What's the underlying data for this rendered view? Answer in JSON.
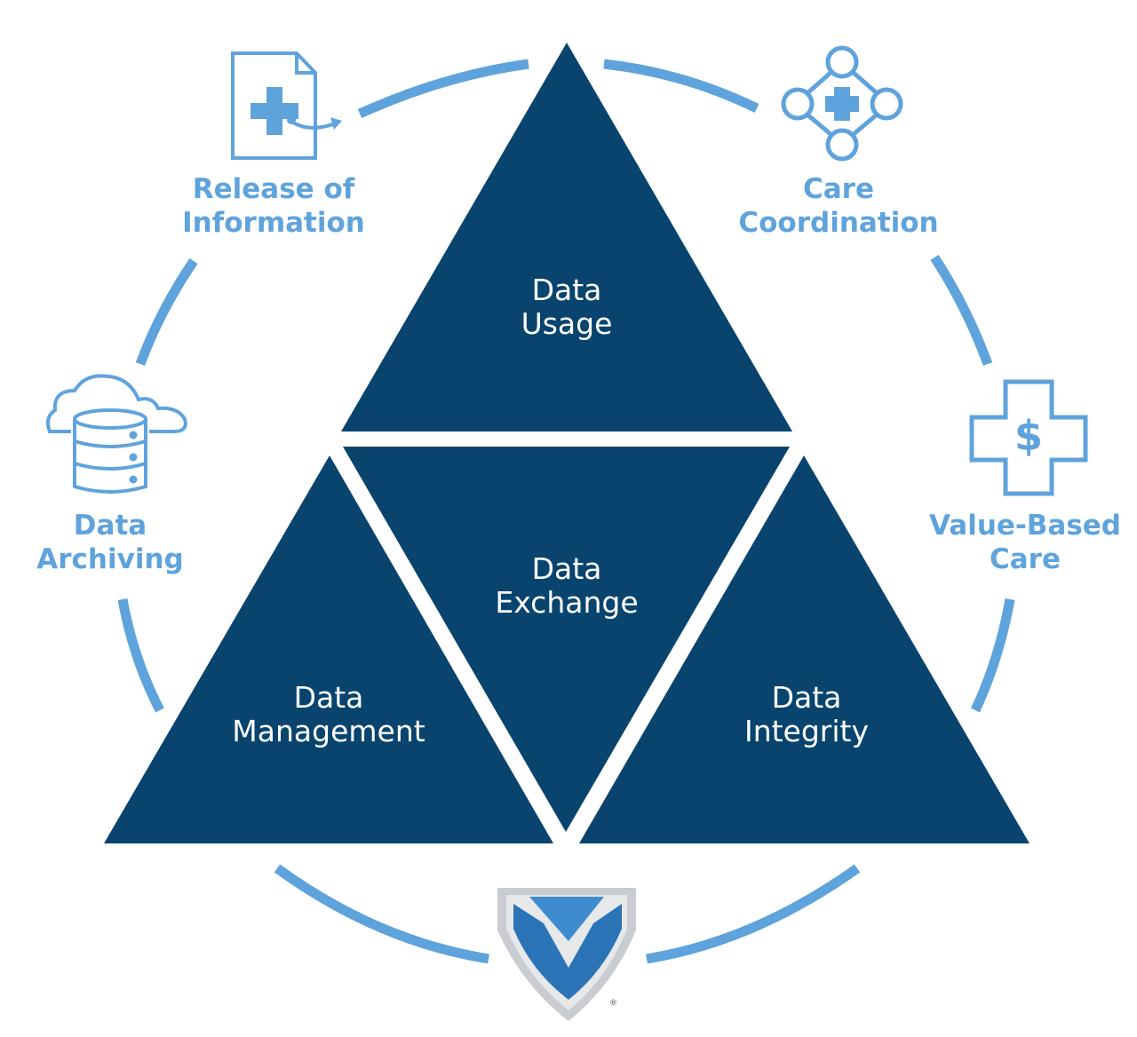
{
  "colors": {
    "navy": "#08446e",
    "ring": "#5fa3dc",
    "icon": "#5fa3dc",
    "logo_blue": "#2b74b8",
    "logo_silver": "#c9ccd0"
  },
  "triangles": {
    "top": {
      "line1": "Data",
      "line2": "Usage"
    },
    "center": {
      "line1": "Data",
      "line2": "Exchange"
    },
    "left": {
      "line1": "Data",
      "line2": "Management"
    },
    "right": {
      "line1": "Data",
      "line2": "Integrity"
    }
  },
  "ring_items": {
    "release": {
      "line1": "Release of",
      "line2": "Information",
      "icon": "medical-document-icon"
    },
    "care": {
      "line1": "Care",
      "line2": "Coordination",
      "icon": "care-network-icon"
    },
    "archiving": {
      "line1": "Data",
      "line2": "Archiving",
      "icon": "cloud-database-icon"
    },
    "value": {
      "line1": "Value-Based",
      "line2": "Care",
      "icon": "medical-dollar-cross-icon"
    }
  },
  "logo": {
    "icon": "shield-v-logo-icon",
    "mark": "®"
  }
}
